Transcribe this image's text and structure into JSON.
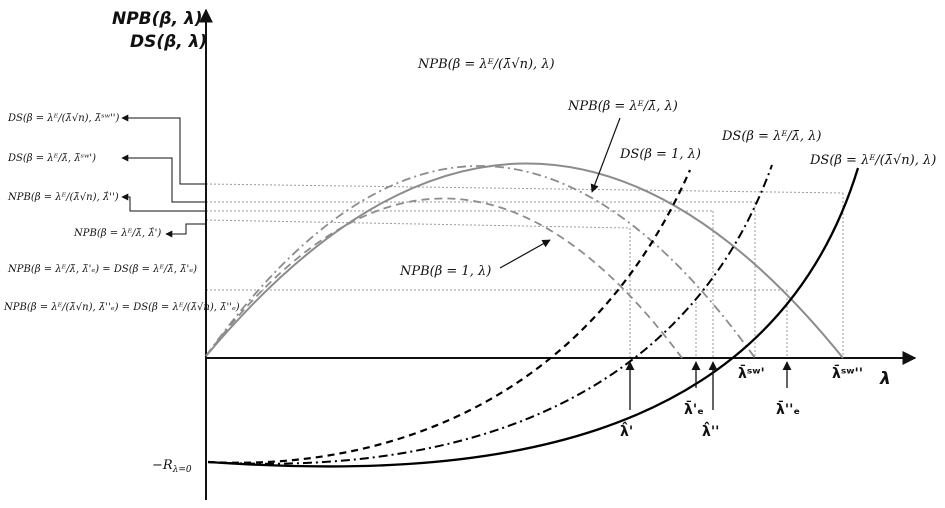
{
  "axes": {
    "y_title_line1": "NPB(β, λ)",
    "y_title_line2": "DS(β, λ)",
    "x_title": "λ",
    "y_intercept_label": "−R",
    "y_intercept_sub": "λ=0"
  },
  "curve_labels": {
    "npb_big": "NPB(β = λᴱ/(λ̄√n), λ)",
    "npb_mid": "NPB(β = λᴱ/λ̄, λ)",
    "npb_one": "NPB(β = 1, λ)",
    "ds_one": "DS(β = 1, λ)",
    "ds_mid": "DS(β = λᴱ/λ̄, λ)",
    "ds_big": "DS(β = λᴱ/(λ̄√n), λ)"
  },
  "side_labels": {
    "s1": "DS(β = λᴱ/(λ̄√n), λ̄ˢʷ'')",
    "s2": "DS(β = λᴱ/λ̄, λ̄ˢʷ')",
    "s3": "NPB(β = λᴱ/(λ̄√n), λ̂'')",
    "s4": "NPB(β = λᴱ/λ̄, λ̂')",
    "s5": "NPB(β = λᴱ/λ̄, λ̄'ₑ) = DS(β = λᴱ/λ̄, λ̄'ₑ)",
    "s6": "NPB(β = λᴱ/(λ̄√n), λ̄''ₑ) = DS(β = λᴱ/(λ̄√n), λ̄''ₑ)"
  },
  "x_markers": {
    "lhat1": "λ̂'",
    "le1": "λ̄'ₑ",
    "lhat2": "λ̂''",
    "lsw1": "λ̄ˢʷ'",
    "le2": "λ̄''ₑ",
    "lsw2": "λ̄ˢʷ''"
  },
  "colors": {
    "npb": "#8c8c8c",
    "ds": "#000000",
    "guide": "#9a9a9a"
  }
}
